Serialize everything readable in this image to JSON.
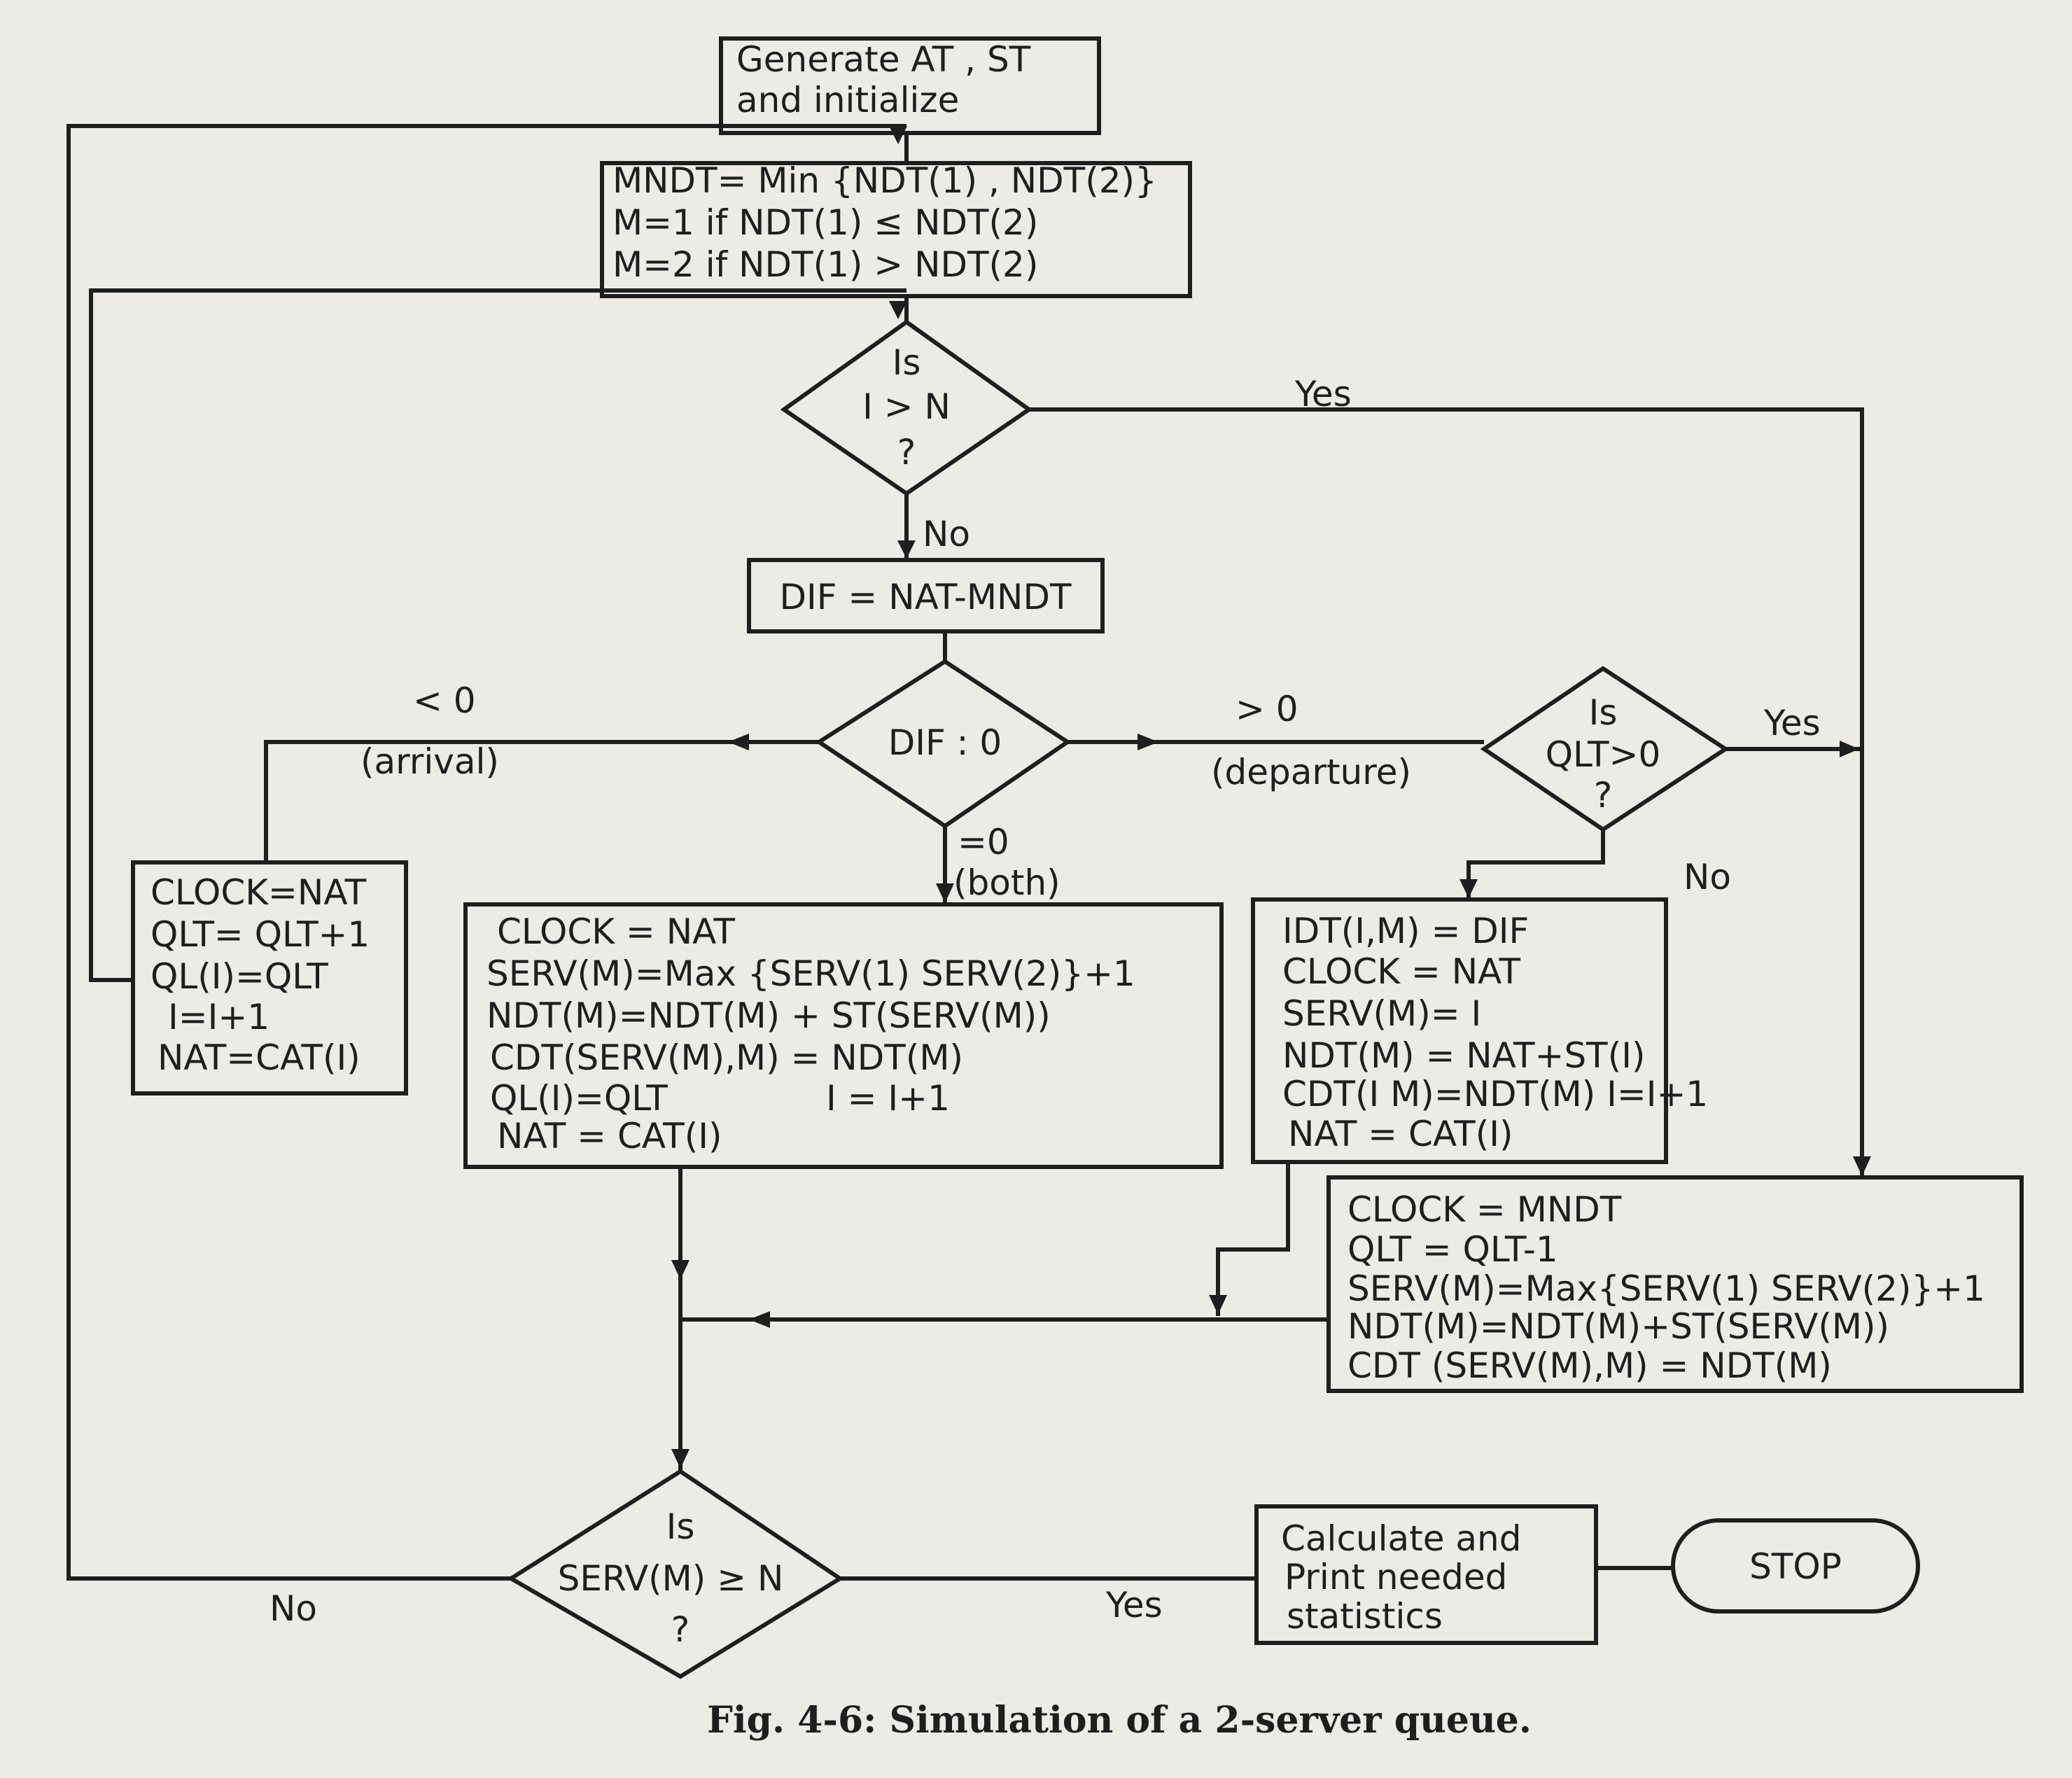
{
  "flowchart": {
    "start_box": [
      "Generate AT , ST",
      "and initialize"
    ],
    "mndt_box": [
      "MNDT= Min {NDT(1) , NDT(2)}",
      "M=1 if NDT(1) ≤ NDT(2)",
      "M=2 if NDT(1) > NDT(2)"
    ],
    "decision_i": [
      "Is",
      "I > N",
      "?"
    ],
    "dif_box": "DIF = NAT-MNDT",
    "decision_dif": "DIF : 0",
    "decision_qlt": [
      "Is",
      "QLT>0",
      "?"
    ],
    "arrival_box": [
      "CLOCK=NAT",
      "QLT= QLT+1",
      "QL(I)=QLT",
      "I=I+1",
      "NAT=CAT(I)"
    ],
    "both_box": [
      "CLOCK = NAT",
      "SERV(M)=Max {SERV(1) SERV(2)}+1",
      "NDT(M)=NDT(M) + ST(SERV(M))",
      "CDT(SERV(M),M) = NDT(M)",
      "QL(I)=QLT",
      "I = I+1",
      "NAT = CAT(I)"
    ],
    "idle_box": [
      "IDT(I,M) = DIF",
      "CLOCK = NAT",
      "SERV(M)= I",
      "NDT(M) = NAT+ST(I)",
      "CDT(I M)=NDT(M) I=I+1",
      "NAT = CAT(I)"
    ],
    "departure_box": [
      "CLOCK = MNDT",
      "QLT = QLT-1",
      "SERV(M)=Max{SERV(1) SERV(2)}+1",
      "NDT(M)=NDT(M)+ST(SERV(M))",
      "CDT (SERV(M),M) = NDT(M)"
    ],
    "decision_serv": [
      "Is",
      "SERV(M) ≥ N",
      "?"
    ],
    "stats_box": [
      "Calculate and",
      "Print needed",
      "statistics"
    ],
    "stop": "STOP",
    "labels": {
      "yes_i": "Yes",
      "no_i": "No",
      "lt0": "< 0",
      "arrival": "(arrival)",
      "gt0": "> 0",
      "departure": "(departure)",
      "eq0": "=0",
      "both": "(both)",
      "yes_qlt": "Yes",
      "no_qlt": "No",
      "no_serv": "No",
      "yes_serv": "Yes"
    }
  },
  "caption": "Fig. 4-6:   Simulation of a 2-server queue."
}
